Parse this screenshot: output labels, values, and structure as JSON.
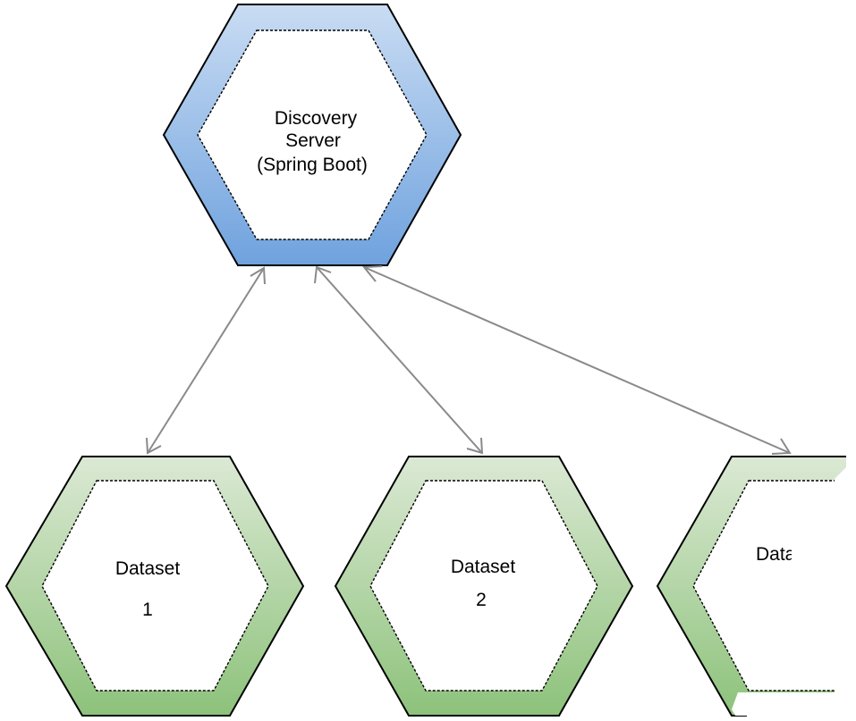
{
  "colors": {
    "server_fill_top": "#c9dcf3",
    "server_fill_bottom": "#6fa2de",
    "dataset_fill_top": "#dbe9d4",
    "dataset_fill_bottom": "#8dc27b",
    "connector": "#8a8a8a"
  },
  "server": {
    "line1": "Discovery",
    "line2": "Server",
    "line3": "(Spring Boot)"
  },
  "datasets": [
    {
      "line1": "Dataset",
      "line2": "1"
    },
    {
      "line1": "Dataset",
      "line2": "2"
    },
    {
      "line1": "Data"
    }
  ]
}
